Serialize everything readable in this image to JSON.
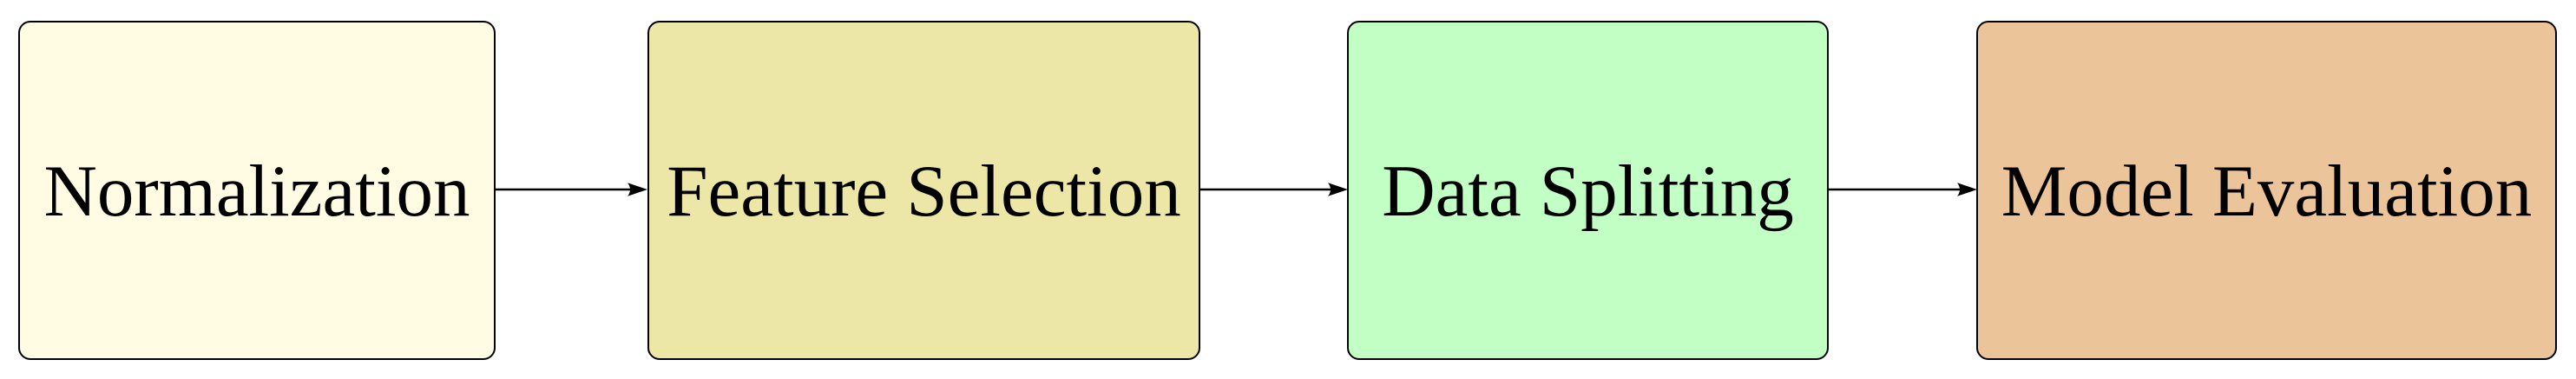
{
  "flowchart": {
    "type": "pipeline-diagram",
    "direction": "left-to-right",
    "background": "#FFFFFF",
    "border_color": "#000000",
    "text_color": "#000000",
    "nodes": [
      {
        "id": "normalization",
        "label": "Normalization",
        "fill": "#FFFCE3"
      },
      {
        "id": "feature-selection",
        "label": "Feature Selection",
        "fill": "#ECE7A6"
      },
      {
        "id": "data-splitting",
        "label": "Data Splitting",
        "fill": "#C1FFC5"
      },
      {
        "id": "model-evaluation",
        "label": "Model Evaluation",
        "fill": "#ECC499"
      }
    ],
    "edges": [
      {
        "from": "Normalization",
        "to": "Feature Selection",
        "style": "arrow-right"
      },
      {
        "from": "Feature Selection",
        "to": "Data Splitting",
        "style": "arrow-right"
      },
      {
        "from": "Data Splitting",
        "to": "Model Evaluation",
        "style": "arrow-right"
      }
    ]
  }
}
